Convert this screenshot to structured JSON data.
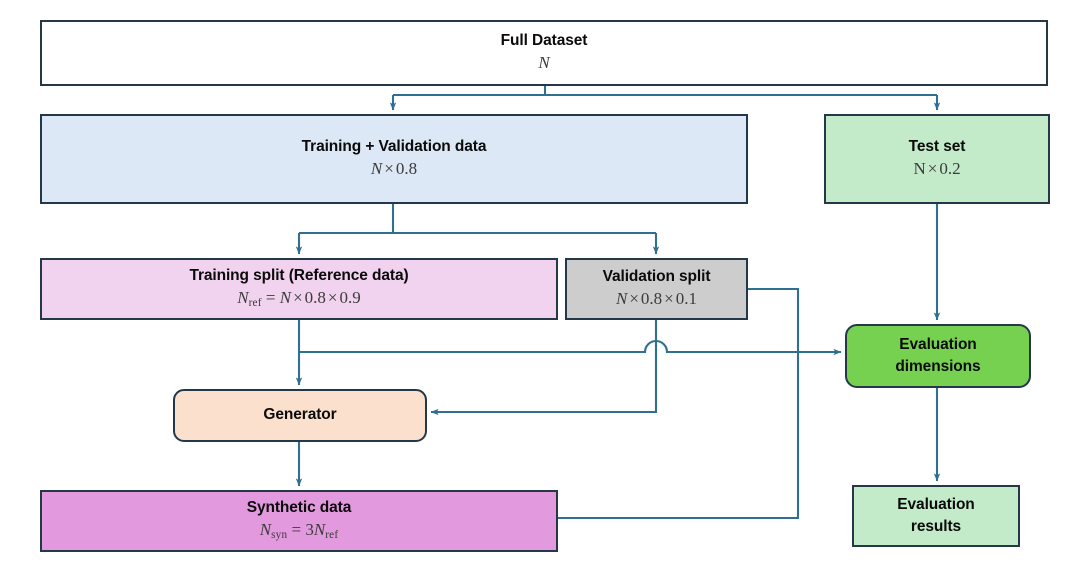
{
  "diagram": {
    "title": "Dataset splitting and synthetic data evaluation pipeline",
    "type": "flowchart",
    "colors": {
      "border": "#24384a",
      "arrow": "#2f6f8f",
      "full_dataset_fill": "#ffffff",
      "train_val_fill": "#dce8f5",
      "test_set_fill": "#c3ebca",
      "training_split_fill": "#f2d3ef",
      "validation_split_fill": "#cdcdcd",
      "evaluation_dimensions_fill": "#77d151",
      "generator_fill": "#fbe0cd",
      "synthetic_data_fill": "#e399dd",
      "evaluation_results_fill": "#c3ebca"
    },
    "nodes": {
      "full_dataset": {
        "title": "Full Dataset",
        "formula": "N"
      },
      "train_val": {
        "title": "Training + Validation data",
        "formula": "N × 0.8"
      },
      "test_set": {
        "title": "Test set",
        "formula": "N × 0.2"
      },
      "training_split": {
        "title": "Training split (Reference data)",
        "formula": "N_ref = N × 0.8 × 0.9"
      },
      "validation_split": {
        "title": "Validation split",
        "formula": "N × 0.8 × 0.1"
      },
      "evaluation_dimensions": {
        "title_line1": "Evaluation",
        "title_line2": "dimensions"
      },
      "generator": {
        "title": "Generator"
      },
      "synthetic_data": {
        "title": "Synthetic data",
        "formula": "N_syn = 3N_ref"
      },
      "evaluation_results": {
        "title_line1": "Evaluation",
        "title_line2": "results"
      }
    },
    "edges": [
      {
        "from": "full_dataset",
        "to": "train_val"
      },
      {
        "from": "full_dataset",
        "to": "test_set"
      },
      {
        "from": "train_val",
        "to": "training_split"
      },
      {
        "from": "train_val",
        "to": "validation_split"
      },
      {
        "from": "training_split",
        "to": "generator"
      },
      {
        "from": "training_split",
        "to": "evaluation_dimensions"
      },
      {
        "from": "validation_split",
        "to": "generator"
      },
      {
        "from": "validation_split",
        "to": "evaluation_dimensions"
      },
      {
        "from": "generator",
        "to": "synthetic_data"
      },
      {
        "from": "synthetic_data",
        "to": "evaluation_dimensions"
      },
      {
        "from": "test_set",
        "to": "evaluation_dimensions"
      },
      {
        "from": "evaluation_dimensions",
        "to": "evaluation_results"
      }
    ]
  }
}
